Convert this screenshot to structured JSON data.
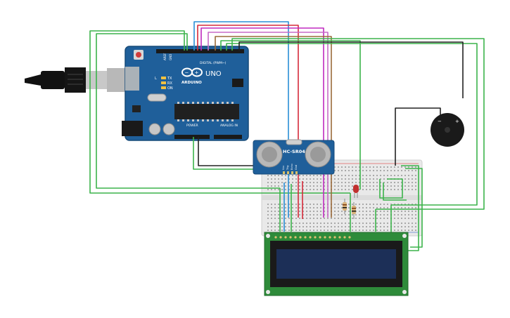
{
  "arduino": {
    "brand": "ARDUINO",
    "model": "UNO",
    "digital_label": "DIGITAL (PWM~)",
    "power_label": "POWER",
    "analog_label": "ANALOG IN",
    "tx_label": "TX",
    "rx_label": "RX",
    "l_label": "L",
    "on_label": "ON",
    "aref_label": "AREF",
    "gnd_label": "GND"
  },
  "sensor": {
    "name": "HC-SR04",
    "pins": [
      "Vcc",
      "Trig",
      "Echo",
      "Gnd"
    ]
  },
  "buzzer": {
    "minus": "−",
    "plus": "+"
  },
  "lcd": {
    "text_rows": [
      "",
      ""
    ]
  },
  "colors": {
    "board": "#1f5f9a",
    "wire_green": "#3cb44b",
    "wire_blue": "#2a8fd6",
    "wire_red": "#d62a3a",
    "wire_magenta": "#c02ac0",
    "wire_brown": "#9a6a3a",
    "wire_black": "#222222",
    "lcd_pcb": "#2e8b3a",
    "lcd_screen": "#1c2f57"
  }
}
